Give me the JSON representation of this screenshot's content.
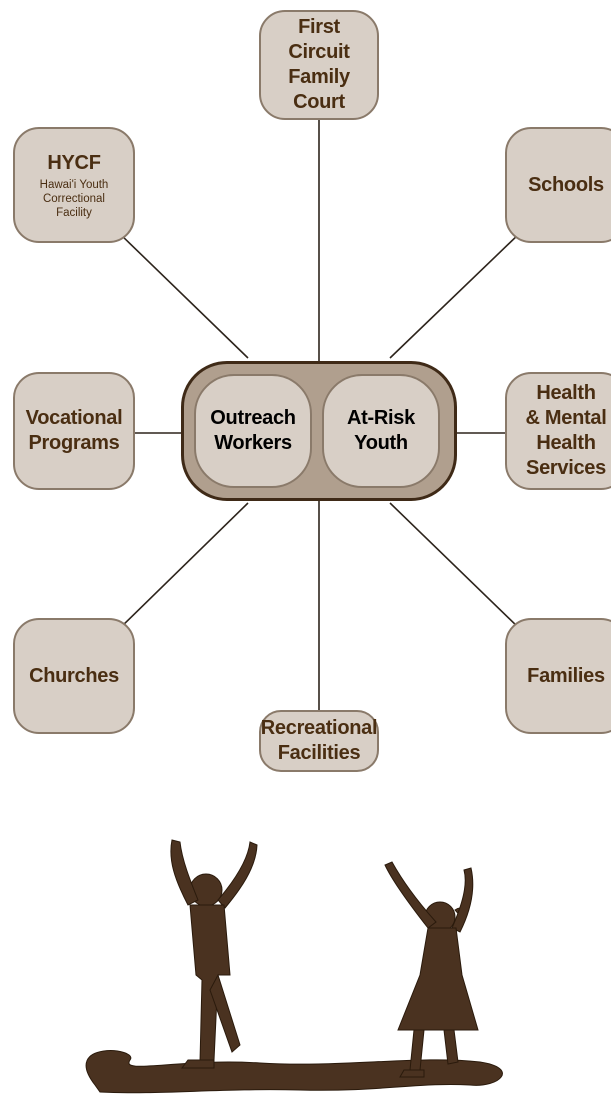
{
  "hub": {
    "left": "Outreach\nWorkers",
    "right": "At-Risk\nYouth"
  },
  "nodes": {
    "family_court": "First\nCircuit\nFamily\nCourt",
    "hycf_title": "HYCF",
    "hycf_subtitle": "Hawai'i Youth\nCorrectional\nFacility",
    "schools": "Schools",
    "vocational": "Vocational\nPrograms",
    "health": "Health\n& Mental\nHealth\nServices",
    "churches": "Churches",
    "families": "Families",
    "recreational": "Recreational\nFacilities"
  },
  "colors": {
    "node_fill": "#d8cfc6",
    "hub_fill": "#b09f8e",
    "text": "#4a2e12",
    "silhouette": "#4a3220"
  },
  "illustration": "silhouettes-of-two-youth-dancing"
}
